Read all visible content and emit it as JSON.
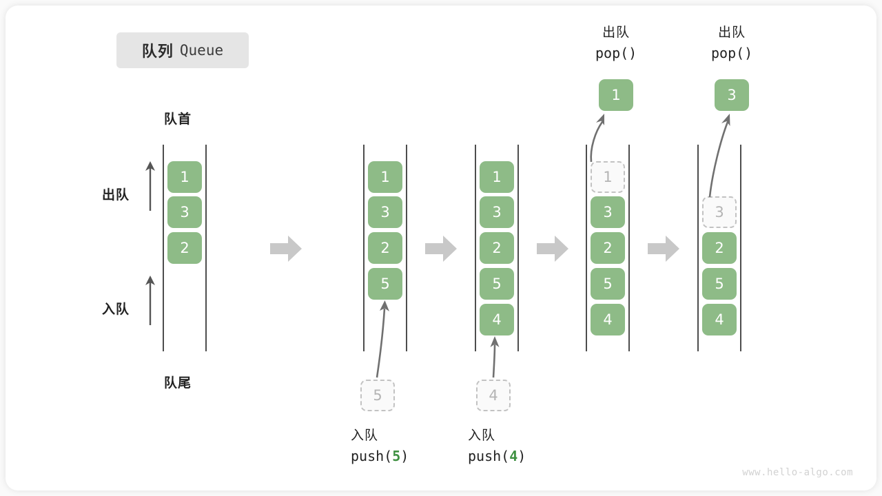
{
  "title": {
    "cn": "队列",
    "en": "Queue"
  },
  "labels": {
    "front": "队首",
    "rear": "队尾",
    "dequeue": "出队",
    "enqueue": "入队"
  },
  "watermark": "www.hello-algo.com",
  "colors": {
    "box_green": "#8ebb87",
    "accent_green": "#3f9142",
    "ghost_border": "#c2c2c2",
    "rail": "#4d4d4d",
    "step_arrow": "#c8c8c8",
    "badge_bg": "#e5e5e5"
  },
  "columns": [
    {
      "name": "initial-queue",
      "slots": [
        {
          "value": "1",
          "state": "filled"
        },
        {
          "value": "3",
          "state": "filled"
        },
        {
          "value": "2",
          "state": "filled"
        }
      ]
    },
    {
      "name": "after-push-5",
      "slots": [
        {
          "value": "1",
          "state": "filled"
        },
        {
          "value": "3",
          "state": "filled"
        },
        {
          "value": "2",
          "state": "filled"
        },
        {
          "value": "5",
          "state": "filled"
        }
      ],
      "incoming": {
        "value": "5",
        "state": "ghost"
      },
      "caption": {
        "cn": "入队",
        "code_prefix": "push(",
        "code_num": "5",
        "code_suffix": ")"
      }
    },
    {
      "name": "after-push-4",
      "slots": [
        {
          "value": "1",
          "state": "filled"
        },
        {
          "value": "3",
          "state": "filled"
        },
        {
          "value": "2",
          "state": "filled"
        },
        {
          "value": "5",
          "state": "filled"
        },
        {
          "value": "4",
          "state": "filled"
        }
      ],
      "incoming": {
        "value": "4",
        "state": "ghost"
      },
      "caption": {
        "cn": "入队",
        "code_prefix": "push(",
        "code_num": "4",
        "code_suffix": ")"
      }
    },
    {
      "name": "after-pop-1",
      "slots": [
        {
          "value": "1",
          "state": "ghost"
        },
        {
          "value": "3",
          "state": "filled"
        },
        {
          "value": "2",
          "state": "filled"
        },
        {
          "value": "5",
          "state": "filled"
        },
        {
          "value": "4",
          "state": "filled"
        }
      ],
      "outgoing": {
        "value": "1",
        "state": "filled"
      },
      "op": {
        "cn": "出队",
        "code": "pop()"
      }
    },
    {
      "name": "after-pop-3",
      "slots": [
        {
          "value": "",
          "state": "empty"
        },
        {
          "value": "3",
          "state": "ghost"
        },
        {
          "value": "2",
          "state": "filled"
        },
        {
          "value": "5",
          "state": "filled"
        },
        {
          "value": "4",
          "state": "filled"
        }
      ],
      "outgoing": {
        "value": "3",
        "state": "filled"
      },
      "op": {
        "cn": "出队",
        "code": "pop()"
      }
    }
  ]
}
